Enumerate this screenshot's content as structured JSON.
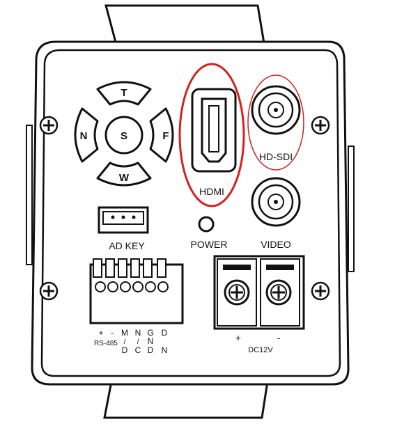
{
  "nav_buttons": {
    "top": "T",
    "center": "S",
    "left": "N",
    "right": "F",
    "bottom": "W"
  },
  "ports": {
    "hdmi": "HDMI",
    "hd_sdi": "HD-SDI",
    "video": "VIDEO",
    "power": "POWER",
    "ad_key": "AD KEY"
  },
  "terminal_labels": {
    "plus": "+",
    "minus": "-",
    "rs485": "RS-485",
    "m_top": "M",
    "m_mid": "/",
    "m_bot": "D",
    "n_top": "N",
    "n_mid": "/",
    "n_bot": "C",
    "g_top": "G",
    "g_mid": "N",
    "g_bot": "D",
    "d_top": "D",
    "d_bot": "N"
  },
  "power_terminal": {
    "plus": "+",
    "minus": "-",
    "rating": "DC12V"
  },
  "colors": {
    "highlight": "#d42020",
    "stroke": "#111111",
    "body": "#ffffff"
  },
  "icons": [
    "screw-icon"
  ]
}
